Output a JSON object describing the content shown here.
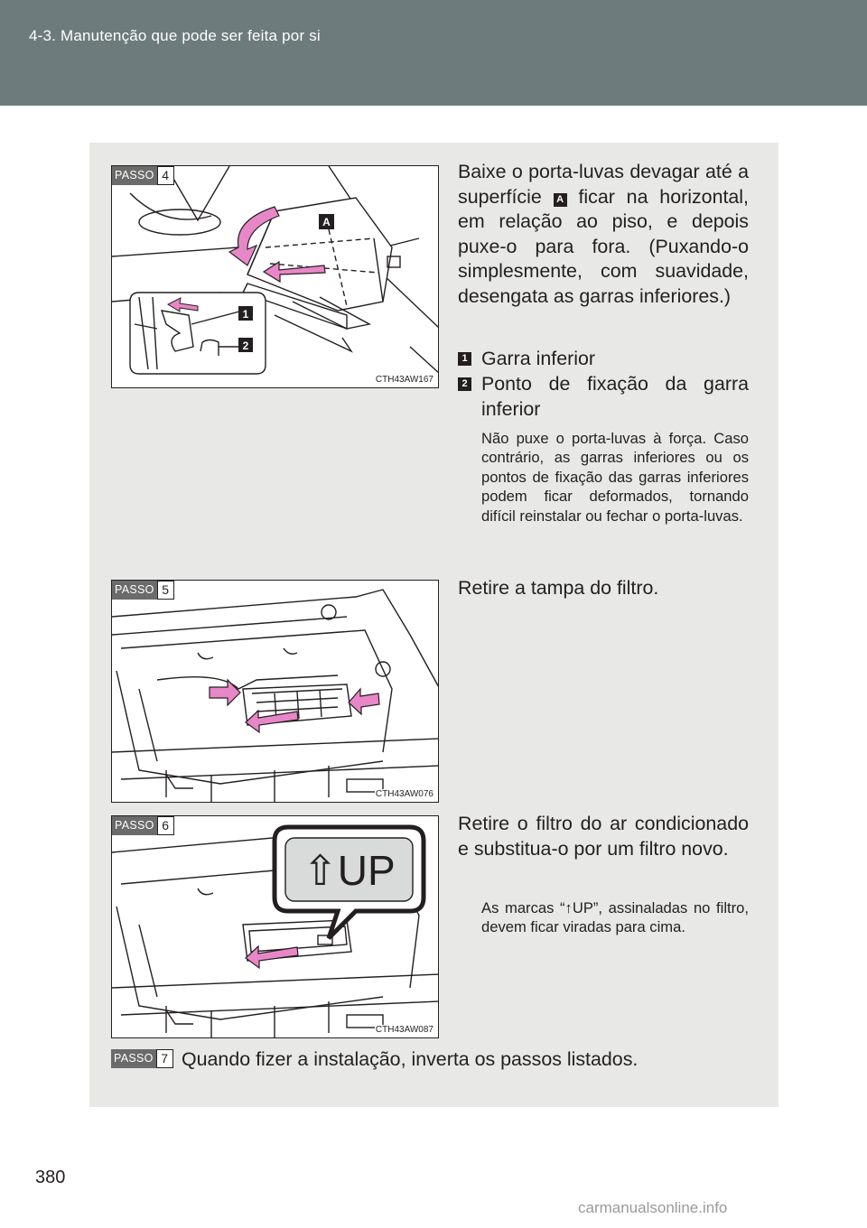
{
  "header": {
    "section_title": "4-3. Manutenção que pode ser feita por si"
  },
  "step_word": "PASSO",
  "steps": [
    {
      "number": "4",
      "figure_code": "CTH43AW167",
      "figure_labels": {
        "a": "A",
        "one": "1",
        "two": "2"
      },
      "text_parts": [
        "Baixe o porta-luvas devagar até a superfície",
        "ficar na horizontal, em relação ao piso, e depois puxe-o para fora. (Puxando-o simplesmente, com suavidade, desengata as garras inferiores.)"
      ],
      "inline_badge": "A",
      "callouts": [
        {
          "badge": "1",
          "text": "Garra inferior"
        },
        {
          "badge": "2",
          "text": "Ponto de fixação da garra inferior"
        }
      ],
      "note": "Não puxe o porta-luvas à força. Caso contrário, as garras inferiores ou os pontos de fixação das garras inferiores podem ficar deformados, tornando difícil reinstalar ou fechar o porta-luvas."
    },
    {
      "number": "5",
      "figure_code": "CTH43AW076",
      "text": "Retire a tampa do filtro."
    },
    {
      "number": "6",
      "figure_code": "CTH43AW087",
      "figure_callout": "⇧UP",
      "text": "Retire o filtro do ar condicionado e substitua-o por um filtro novo.",
      "note": "As marcas “↑UP”, assinaladas no filtro, devem ficar viradas para cima."
    },
    {
      "number": "7",
      "text": "Quando fizer a instalação, inverta os passos listados."
    }
  ],
  "page_number": "380",
  "watermark": "carmanualsonline.info",
  "colors": {
    "header": "#6d7b7d",
    "panel": "#e8e8e7",
    "arrow_pink": "#e887c8",
    "tag_gray": "#6b6b6b"
  }
}
